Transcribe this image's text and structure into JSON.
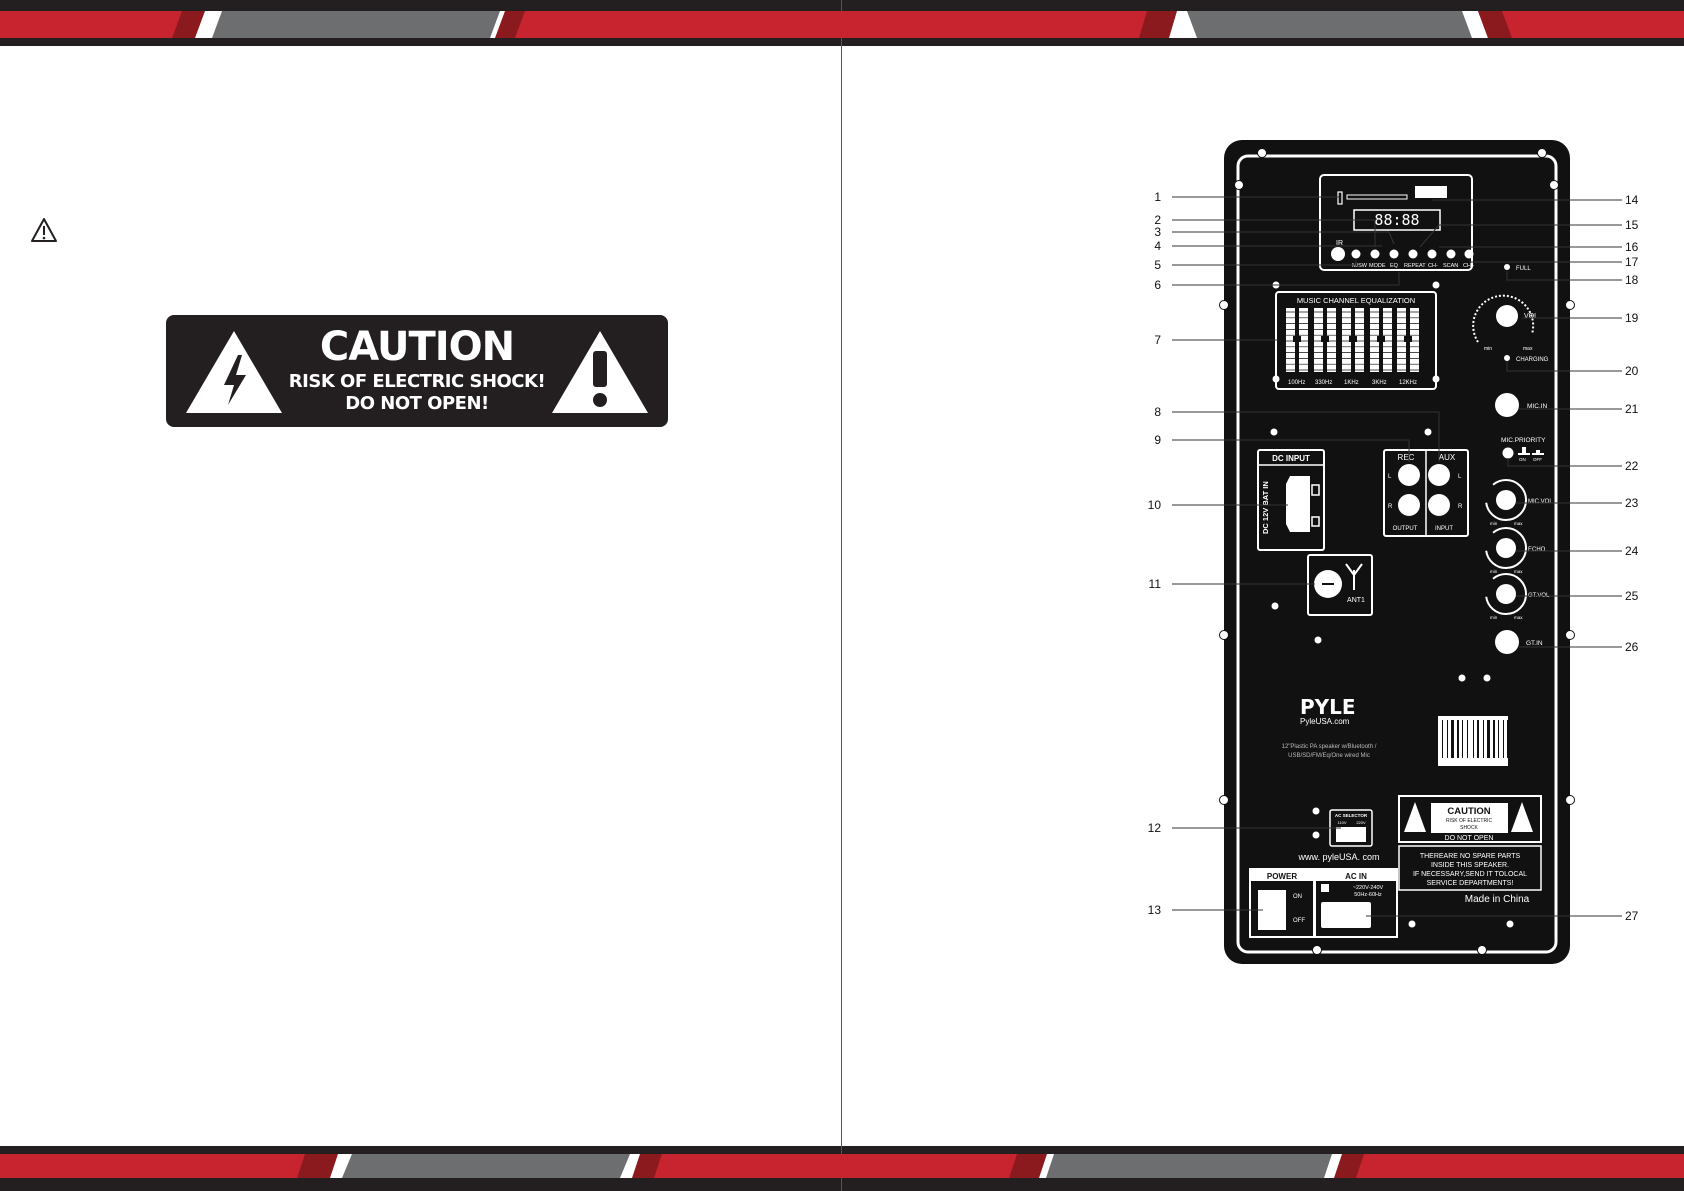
{
  "warning_sticker": {
    "title": "CAUTION",
    "line1": "RISK OF ELECTRIC SHOCK!",
    "line2": "DO NOT OPEN!"
  },
  "panel": {
    "display": "88:88",
    "ir": "IR",
    "button_labels": [
      "M/SW",
      "MODE",
      "EQ",
      "REPEAT",
      "CH-",
      "SCAN",
      "CH+"
    ],
    "full": "FULL",
    "charging": "CHARGING",
    "vol": "VOL",
    "min": "min",
    "max": "max",
    "eq_title": "MUSIC CHANNEL EQUALIZATION",
    "eq_freqs": [
      "100Hz",
      "330Hz",
      "1KHz",
      "3KHz",
      "12KHz"
    ],
    "mic_in": "MIC.IN",
    "mic_priority": "MIC.PRIORITY",
    "on": "ON",
    "off": "OFF",
    "rec": "REC",
    "aux": "AUX",
    "l": "L",
    "r": "R",
    "output": "OUTPUT",
    "input": "INPUT",
    "dc_input": "DC INPUT",
    "dc_bat": "DC 12V BAT IN",
    "ant": "ANT1",
    "mic_vol": "MIC.VOL",
    "echo": "ECHO",
    "gt_vol": "GT.VOL",
    "gt_in": "GT.IN",
    "brand": "PYLE",
    "brand_site": "PyleUSA.com",
    "desc_line1": "12\"Plastic PA speaker w/Bluetooth /",
    "desc_line2": "USB/SD/FM/Eq/One wired Mic",
    "ac_selector": "AC SELECTOR",
    "sel_a": "110V",
    "sel_b": "220V",
    "website": "www. pyleUSA. com",
    "sticker_title": "CAUTION",
    "sticker_line1": "RISK OF ELECTRIC",
    "sticker_line2": "SHOCK",
    "sticker_line3": "DO NOT OPEN",
    "notice_line1": "THEREARE NO SPARE PARTS",
    "notice_line2": "INSIDE THIS SPEAKER.",
    "notice_line3": "IF NECESSARY,SEND IT TOLOCAL",
    "notice_line4": "SERVICE DEPARTMENTS!",
    "made_in": "Made in China",
    "power": "POWER",
    "ac_in": "AC IN",
    "ac_spec1": "~220V-240V",
    "ac_spec2": "50Hz-60Hz"
  },
  "callouts": {
    "left": [
      "1",
      "2",
      "3",
      "4",
      "5",
      "6",
      "7",
      "8",
      "9",
      "10",
      "11",
      "12",
      "13"
    ],
    "right": [
      "14",
      "15",
      "16",
      "17",
      "18",
      "19",
      "20",
      "21",
      "22",
      "23",
      "24",
      "25",
      "26",
      "27"
    ]
  },
  "colors": {
    "band_red": "#c8242f",
    "band_dark_red": "#8b1a1f",
    "band_grey": "#6d6e70",
    "band_black": "#231f20",
    "panel_black": "#111111"
  }
}
